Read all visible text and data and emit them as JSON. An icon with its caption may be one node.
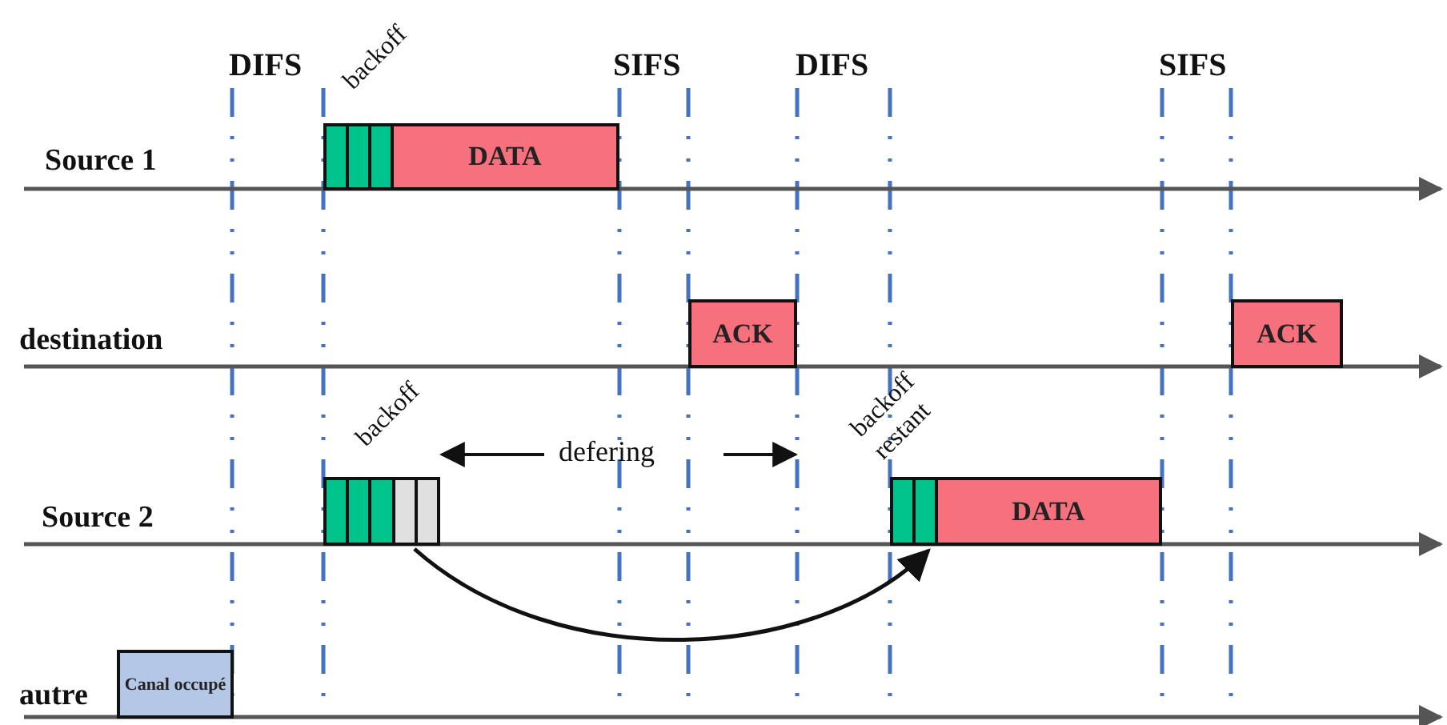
{
  "diagram": {
    "nodes": [
      {
        "text": [],
        "shape": "box",
        "beside": [
          "backoff"
        ]
      },
      {
        "text": [
          "DATA"
        ]
      },
      {
        "text": [
          "ACK"
        ]
      },
      {
        "text": [
          "ACK"
        ]
      },
      {
        "text": [],
        "shape": "box",
        "beside": [
          "backoff"
        ]
      },
      {
        "text": [],
        "shape": "box",
        "beside": [
          "backoff restant"
        ]
      },
      {
        "text": [
          "DATA"
        ]
      },
      {
        "text": [
          "Canal occupé"
        ]
      }
    ],
    "edges": [
      {
        "from": 4,
        "to": 5,
        "arrow": "to"
      }
    ],
    "labels": [
      "DIFS",
      "SIFS",
      "DIFS",
      "SIFS",
      "Source 1",
      "destination",
      "defering",
      "Source 2",
      "autre"
    ]
  }
}
